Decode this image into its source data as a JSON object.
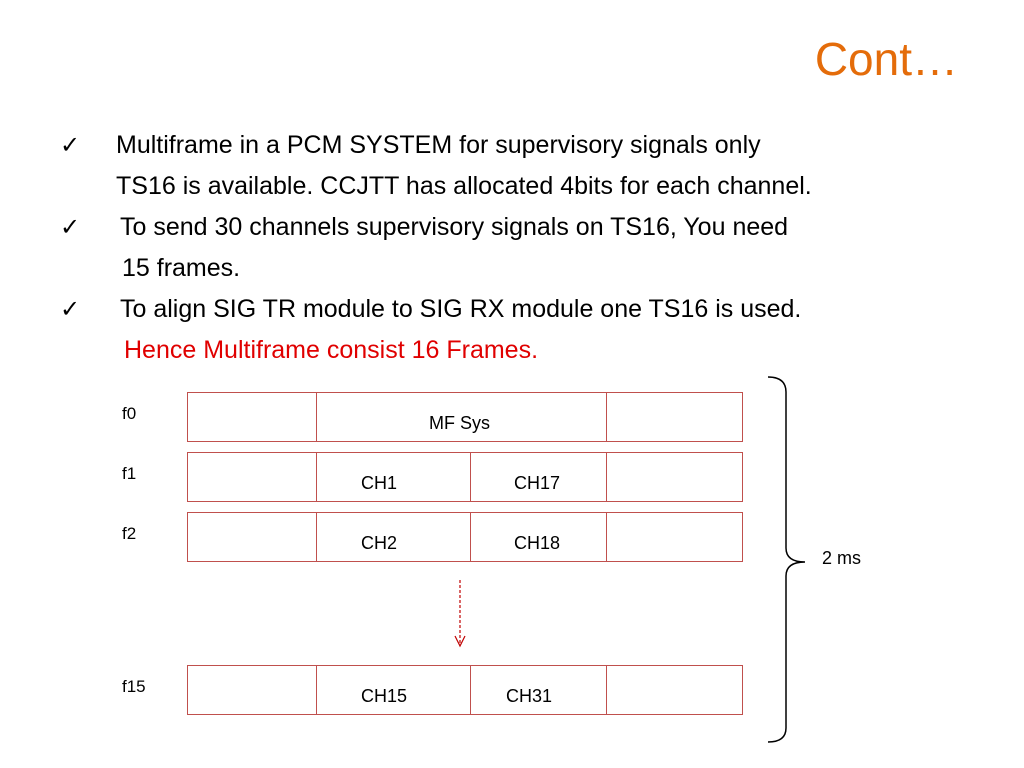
{
  "title": "Cont…",
  "bullets": [
    {
      "lines": [
        {
          "text": "Multiframe in a PCM SYSTEM for supervisory signals only",
          "color": "default"
        },
        {
          "text": "TS16 is available. CCJTT has allocated 4bits for each channel.",
          "color": "default"
        }
      ]
    },
    {
      "lines": [
        {
          "text": "To send 30 channels supervisory signals on TS16, You need",
          "color": "default"
        },
        {
          "text": "15 frames.",
          "color": "default"
        }
      ]
    },
    {
      "lines": [
        {
          "text": "To align SIG TR module to SIG RX module one TS16 is used.",
          "color": "default"
        },
        {
          "text": "Hence Multiframe consist 16 Frames.",
          "color": "red"
        }
      ]
    }
  ],
  "check_glyph": "✓",
  "frames": [
    {
      "label": "f0",
      "cells": [
        "MF Sys"
      ]
    },
    {
      "label": "f1",
      "cells": [
        "CH1",
        "CH17"
      ]
    },
    {
      "label": "f2",
      "cells": [
        "CH2",
        "CH18"
      ]
    },
    {
      "label": "f15",
      "cells": [
        "CH15",
        "CH31"
      ]
    }
  ],
  "duration_label": "2 ms",
  "colors": {
    "title": "#e46c0a",
    "highlight_text": "#e00000",
    "frame_border": "#c0504d",
    "arrow": "#c00000"
  }
}
